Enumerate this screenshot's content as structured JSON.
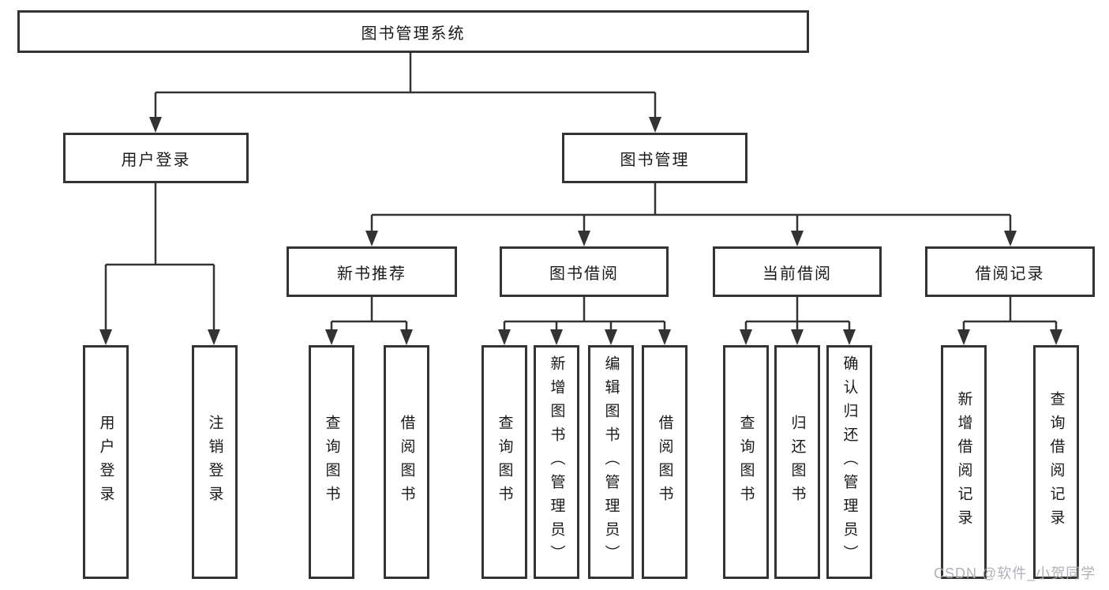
{
  "tree": {
    "label": "图书管理系统",
    "children": [
      {
        "label": "用户登录",
        "children": [
          {
            "label": "用户登录"
          },
          {
            "label": "注销登录"
          }
        ]
      },
      {
        "label": "图书管理",
        "children": [
          {
            "label": "新书推荐",
            "children": [
              {
                "label": "查询图书"
              },
              {
                "label": "借阅图书"
              }
            ]
          },
          {
            "label": "图书借阅",
            "children": [
              {
                "label": "查询图书"
              },
              {
                "label": "新增图书（管理员）"
              },
              {
                "label": "编辑图书（管理员）"
              },
              {
                "label": "借阅图书"
              }
            ]
          },
          {
            "label": "当前借阅",
            "children": [
              {
                "label": "查询图书"
              },
              {
                "label": "归还图书"
              },
              {
                "label": "确认归还（管理员）"
              }
            ]
          },
          {
            "label": "借阅记录",
            "children": [
              {
                "label": "新增借阅记录"
              },
              {
                "label": "查询借阅记录"
              }
            ]
          }
        ]
      }
    ]
  },
  "watermark": "CSDN @软件_小贺同学",
  "colors": {
    "line": "#333333",
    "text": "#1a1a1a",
    "box_background": "#ffffff",
    "watermark": "#a9abb0"
  }
}
